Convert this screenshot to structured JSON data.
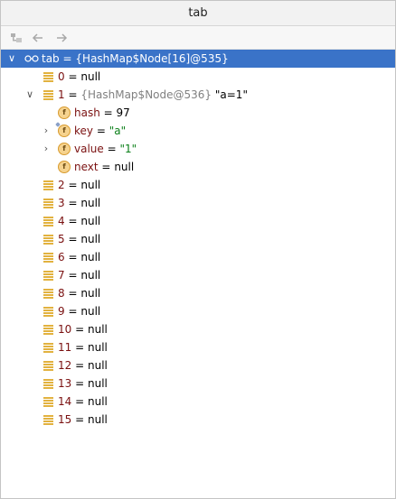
{
  "window": {
    "title": "tab"
  },
  "toolbar": {
    "buttons": [
      {
        "icon": "tree-layout-icon"
      },
      {
        "icon": "back-arrow-icon"
      },
      {
        "icon": "forward-arrow-icon"
      }
    ]
  },
  "tree": {
    "root": {
      "name": "tab",
      "eq": "=",
      "value": "{HashMap$Node[16]@535}"
    },
    "items": [
      {
        "name": "0",
        "eq": "=",
        "value": "null"
      },
      {
        "name": "1",
        "eq": "=",
        "type": "{HashMap$Node@536}",
        "str": "\"a=1\""
      },
      {
        "name": "hash",
        "eq": "=",
        "value": "97"
      },
      {
        "name": "key",
        "eq": "=",
        "str": "\"a\""
      },
      {
        "name": "value",
        "eq": "=",
        "str": "\"1\""
      },
      {
        "name": "next",
        "eq": "=",
        "value": "null"
      },
      {
        "name": "2",
        "eq": "=",
        "value": "null"
      },
      {
        "name": "3",
        "eq": "=",
        "value": "null"
      },
      {
        "name": "4",
        "eq": "=",
        "value": "null"
      },
      {
        "name": "5",
        "eq": "=",
        "value": "null"
      },
      {
        "name": "6",
        "eq": "=",
        "value": "null"
      },
      {
        "name": "7",
        "eq": "=",
        "value": "null"
      },
      {
        "name": "8",
        "eq": "=",
        "value": "null"
      },
      {
        "name": "9",
        "eq": "=",
        "value": "null"
      },
      {
        "name": "10",
        "eq": "=",
        "value": "null"
      },
      {
        "name": "11",
        "eq": "=",
        "value": "null"
      },
      {
        "name": "12",
        "eq": "=",
        "value": "null"
      },
      {
        "name": "13",
        "eq": "=",
        "value": "null"
      },
      {
        "name": "14",
        "eq": "=",
        "value": "null"
      },
      {
        "name": "15",
        "eq": "=",
        "value": "null"
      }
    ]
  },
  "colors": {
    "selection": "#3a73c8",
    "name": "#7a1010",
    "string": "#0a7f18",
    "type": "#808080"
  }
}
